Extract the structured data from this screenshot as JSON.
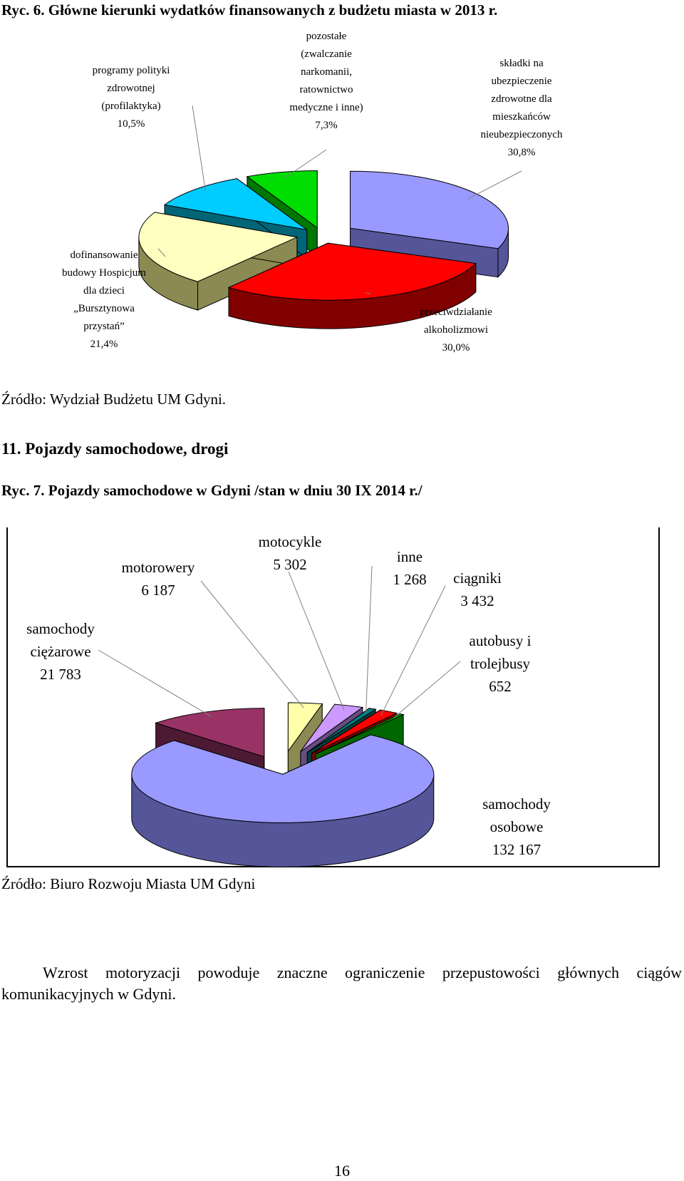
{
  "fig6": {
    "caption": "Ryc. 6. Główne kierunki wydatków finansowanych z budżetu miasta w 2013 r.",
    "source": "Źródło: Wydział Budżetu UM Gdyni."
  },
  "section": {
    "heading": "11.   Pojazdy samochodowe, drogi"
  },
  "fig7": {
    "caption": "Ryc. 7. Pojazdy samochodowe w Gdyni /stan w dniu 30 IX 2014 r./",
    "source": "Źródło: Biuro Rozwoju Miasta UM Gdyni"
  },
  "paragraph": "Wzrost motoryzacji powoduje znaczne ograniczenie przepustowości głównych ciągów komunikacyjnych w Gdyni.",
  "page_number": "16",
  "chart_data": [
    {
      "type": "pie",
      "title": "Ryc. 6. Główne kierunki wydatków finansowanych z budżetu miasta w 2013 r.",
      "unit": "%",
      "slices": [
        {
          "label": "składki na ubezpieczenie zdrowotne dla mieszkańców nieubezpieczonych",
          "lines": [
            "składki na",
            "ubezpieczenie",
            "zdrowotne dla",
            "mieszkańców",
            "nieubezpieczonych",
            "30,8%"
          ],
          "value": 30.8,
          "color": "#9999ff",
          "side": "#555599"
        },
        {
          "label": "przeciwdziałanie alkoholizmowi",
          "lines": [
            "przeciwdziałanie",
            "alkoholizmowi",
            "30,0%"
          ],
          "value": 30.0,
          "color": "#ff0000",
          "side": "#800000"
        },
        {
          "label": "dofinansowanie budowy Hospicjum dla dzieci „Bursztynowa przystań”",
          "lines": [
            "dofinansowanie",
            "budowy Hospicjum",
            "dla dzieci",
            "„Bursztynowa",
            "przystań”",
            "21,4%"
          ],
          "value": 21.4,
          "color": "#ffffc0",
          "side": "#8a8a52"
        },
        {
          "label": "programy polityki zdrowotnej (profilaktyka)",
          "lines": [
            "programy polityki",
            "zdrowotnej",
            "(profilaktyka)",
            "10,5%"
          ],
          "value": 10.5,
          "color": "#00ccff",
          "side": "#006677"
        },
        {
          "label": "pozostałe (zwalczanie narkomanii, ratownictwo medyczne i inne)",
          "lines": [
            "pozostałe",
            "(zwalczanie",
            "narkomanii,",
            "ratownictwo",
            "medyczne i inne)",
            "7,3%"
          ],
          "value": 7.3,
          "color": "#00dd00",
          "side": "#007700"
        }
      ]
    },
    {
      "type": "pie",
      "title": "Ryc. 7. Pojazdy samochodowe w Gdyni /stan w dniu 30 IX 2014 r./",
      "slices": [
        {
          "label": "samochody osobowe",
          "lines": [
            "samochody",
            "osobowe",
            "132 167"
          ],
          "value": 132167,
          "color": "#9999ff",
          "side": "#555599"
        },
        {
          "label": "samochody ciężarowe",
          "lines": [
            "samochody",
            "ciężarowe",
            "21 783"
          ],
          "value": 21783,
          "color": "#993366",
          "side": "#4d1a33"
        },
        {
          "label": "motorowery",
          "lines": [
            "motorowery",
            "6 187"
          ],
          "value": 6187,
          "color": "#ffffaa",
          "side": "#8a8a52"
        },
        {
          "label": "motocykle",
          "lines": [
            "motocykle",
            "5 302"
          ],
          "value": 5302,
          "color": "#cc99ff",
          "side": "#664d80"
        },
        {
          "label": "inne",
          "lines": [
            "inne",
            "1 268"
          ],
          "value": 1268,
          "color": "#008080",
          "side": "#004040"
        },
        {
          "label": "ciągniki",
          "lines": [
            "ciągniki",
            "3 432"
          ],
          "value": 3432,
          "color": "#ff0000",
          "side": "#800000"
        },
        {
          "label": "autobusy i trolejbusy",
          "lines": [
            "autobusy i",
            "trolejbusy",
            "652"
          ],
          "value": 652,
          "color": "#00bb00",
          "side": "#006600"
        }
      ]
    }
  ]
}
